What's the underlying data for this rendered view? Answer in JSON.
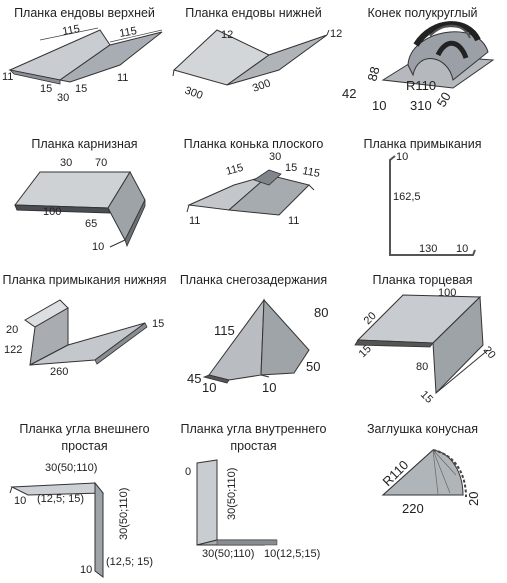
{
  "panels": [
    {
      "title": "Планка ендовы верхней",
      "dims": [
        "115",
        "115",
        "11",
        "15",
        "30",
        "15",
        "11"
      ]
    },
    {
      "title": "Планка ендовы нижней",
      "dims": [
        "12",
        "12",
        "300",
        "300"
      ]
    },
    {
      "title": "Конек полукруглый",
      "dims": [
        "88",
        "42",
        "R110",
        "10",
        "310",
        "50"
      ]
    },
    {
      "title": "Планка карнизная",
      "dims": [
        "30",
        "70",
        "100",
        "65",
        "10"
      ]
    },
    {
      "title": "Планка конька плоского",
      "dims": [
        "30",
        "115",
        "15",
        "115",
        "11",
        "11"
      ]
    },
    {
      "title": "Планка примыкания",
      "dims": [
        "10",
        "162,5",
        "130",
        "10"
      ]
    },
    {
      "title": "Планка примыкания нижняя",
      "dims": [
        "20",
        "122",
        "15",
        "260"
      ]
    },
    {
      "title": "Планка снегозадержания",
      "dims": [
        "115",
        "80",
        "45",
        "10",
        "10",
        "50"
      ]
    },
    {
      "title": "Планка торцевая",
      "dims": [
        "100",
        "20",
        "15",
        "80",
        "20",
        "15"
      ]
    },
    {
      "title_lines": [
        "Планка угла внешнего",
        "простая"
      ],
      "dims": [
        "30(50;110)",
        "10",
        "(12,5; 15)",
        "30(50;110)",
        "10",
        "(12,5; 15)"
      ]
    },
    {
      "title_lines": [
        "Планка угла внутреннего",
        "простая"
      ],
      "dims": [
        "0",
        "30(50;110)",
        "30(50;110)",
        "10(12,5;15)"
      ]
    },
    {
      "title": "Заглушка конусная",
      "dims": [
        "R110",
        "20",
        "220"
      ]
    }
  ]
}
